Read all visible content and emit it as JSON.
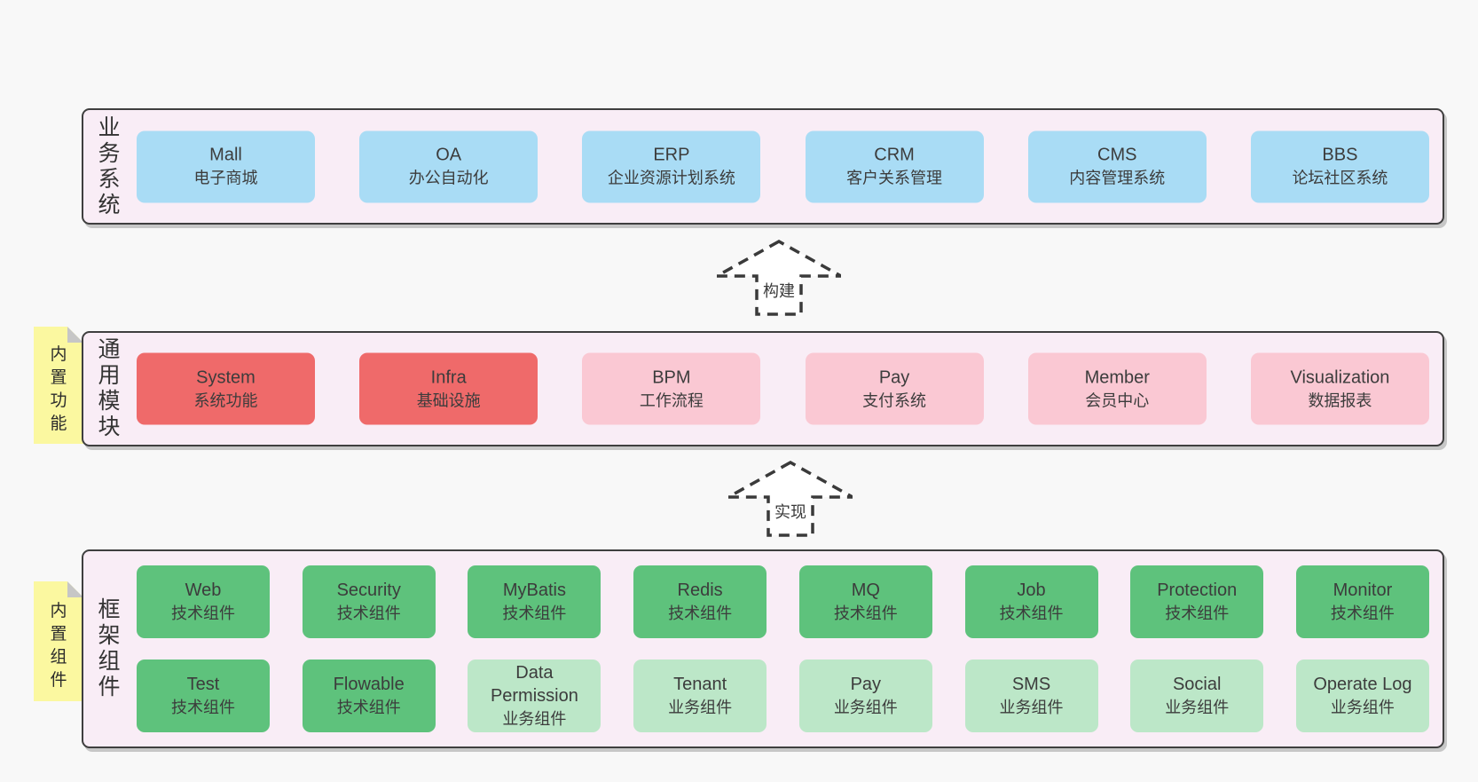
{
  "page": {
    "background": "#f8f8f8"
  },
  "colors": {
    "container_bg": "#f9edf6",
    "container_border": "#3f3f3f",
    "box_blue": "#a9dcf5",
    "box_red": "#ef6a6a",
    "box_pink": "#fac8d3",
    "box_green_dark": "#5ec27c",
    "box_green_light": "#bce7c8",
    "sticky_yellow": "#fbf8a0",
    "sticky_fold_gray": "#c6c6c6",
    "text": "#3c3c3c",
    "arrow_stroke": "#3a3a3a"
  },
  "business": {
    "label": "业务系统",
    "boxes": [
      {
        "en": "Mall",
        "zh": "电子商城",
        "type": "blue"
      },
      {
        "en": "OA",
        "zh": "办公自动化",
        "type": "blue"
      },
      {
        "en": "ERP",
        "zh": "企业资源计划系统",
        "type": "blue"
      },
      {
        "en": "CRM",
        "zh": "客户关系管理",
        "type": "blue"
      },
      {
        "en": "CMS",
        "zh": "内容管理系统",
        "type": "blue"
      },
      {
        "en": "BBS",
        "zh": "论坛社区系统",
        "type": "blue"
      }
    ]
  },
  "arrows": [
    {
      "label": "构建"
    },
    {
      "label": "实现"
    }
  ],
  "modules": {
    "label": "通用模块",
    "sticky": "内置功能",
    "boxes": [
      {
        "en": "System",
        "zh": "系统功能",
        "type": "red"
      },
      {
        "en": "Infra",
        "zh": "基础设施",
        "type": "red"
      },
      {
        "en": "BPM",
        "zh": "工作流程",
        "type": "pink"
      },
      {
        "en": "Pay",
        "zh": "支付系统",
        "type": "pink"
      },
      {
        "en": "Member",
        "zh": "会员中心",
        "type": "pink"
      },
      {
        "en": "Visualization",
        "zh": "数据报表",
        "type": "pink"
      }
    ]
  },
  "components": {
    "label": "框架组件",
    "sticky": "内置组件",
    "row1": [
      {
        "en": "Web",
        "zh": "技术组件",
        "type": "green_dark"
      },
      {
        "en": "Security",
        "zh": "技术组件",
        "type": "green_dark"
      },
      {
        "en": "MyBatis",
        "zh": "技术组件",
        "type": "green_dark"
      },
      {
        "en": "Redis",
        "zh": "技术组件",
        "type": "green_dark"
      },
      {
        "en": "MQ",
        "zh": "技术组件",
        "type": "green_dark"
      },
      {
        "en": "Job",
        "zh": "技术组件",
        "type": "green_dark"
      },
      {
        "en": "Protection",
        "zh": "技术组件",
        "type": "green_dark"
      },
      {
        "en": "Monitor",
        "zh": "技术组件",
        "type": "green_dark"
      }
    ],
    "row2": [
      {
        "en": "Test",
        "zh": "技术组件",
        "type": "green_dark"
      },
      {
        "en": "Flowable",
        "zh": "技术组件",
        "type": "green_dark"
      },
      {
        "en": "Data Permission",
        "zh": "业务组件",
        "type": "green_light"
      },
      {
        "en": "Tenant",
        "zh": "业务组件",
        "type": "green_light"
      },
      {
        "en": "Pay",
        "zh": "业务组件",
        "type": "green_light"
      },
      {
        "en": "SMS",
        "zh": "业务组件",
        "type": "green_light"
      },
      {
        "en": "Social",
        "zh": "业务组件",
        "type": "green_light"
      },
      {
        "en": "Operate Log",
        "zh": "业务组件",
        "type": "green_light"
      }
    ]
  }
}
